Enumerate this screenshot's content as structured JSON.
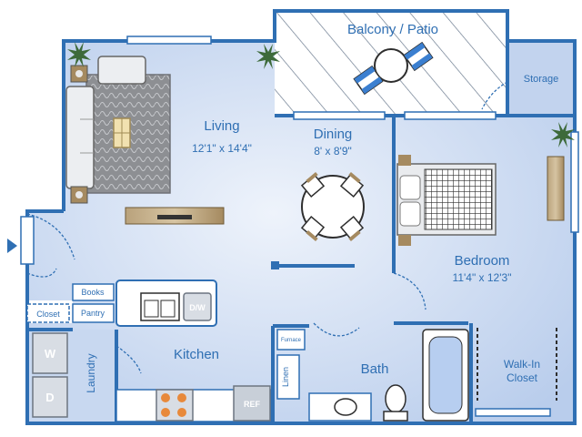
{
  "rooms": {
    "balcony": {
      "name": "Balcony / Patio"
    },
    "storage": {
      "name": "Storage"
    },
    "living": {
      "name": "Living",
      "dims": "12'1\" x 14'4\""
    },
    "dining": {
      "name": "Dining",
      "dims": "8' x 8'9\""
    },
    "bedroom": {
      "name": "Bedroom",
      "dims": "11'4\" x 12'3\""
    },
    "kitchen": {
      "name": "Kitchen"
    },
    "bath": {
      "name": "Bath"
    },
    "walkin": {
      "name_line1": "Walk-In",
      "name_line2": "Closet"
    },
    "laundry": {
      "name": "Laundry"
    }
  },
  "fixtures": {
    "books": "Books",
    "pantry": "Pantry",
    "closet": "Closet",
    "linen": "Linen",
    "furnace": "Furnace",
    "washer": "W",
    "dryer": "D",
    "dishwasher": "D/W",
    "ref": "REF"
  },
  "colors": {
    "wall": "#2f6fb3",
    "floor": "#c5d6ef",
    "label": "#2f6fb3"
  }
}
